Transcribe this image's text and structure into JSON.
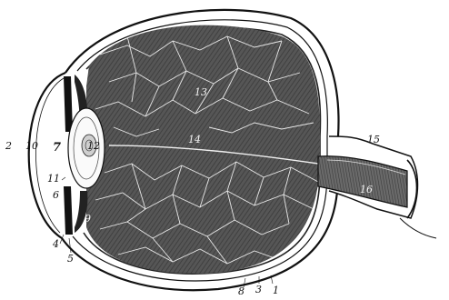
{
  "figure": {
    "labels": {
      "l1": "1",
      "l2": "2",
      "l3": "3",
      "l4": "4",
      "l5": "5",
      "l6": "6",
      "l7": "7",
      "l8": "8",
      "l9": "9",
      "l10": "10",
      "l11": "11",
      "l12": "12",
      "l13": "13",
      "l14": "14",
      "l15": "15",
      "l16": "16"
    },
    "colors": {
      "ink": "#111111",
      "vitreous": "#4a4a4a",
      "paper": "#ffffff"
    }
  }
}
